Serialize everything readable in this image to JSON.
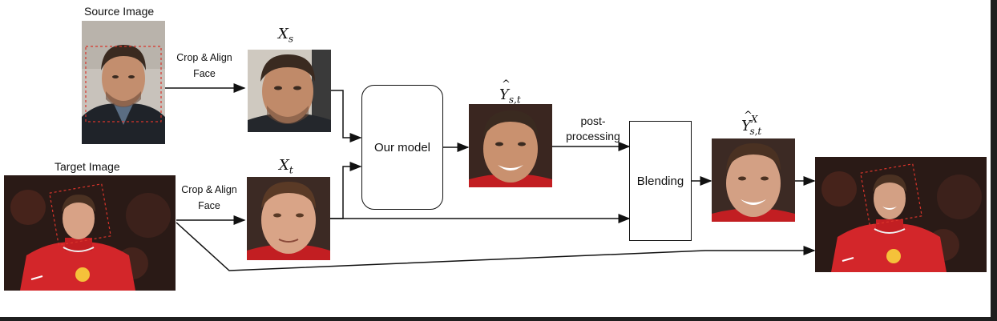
{
  "labels": {
    "source_image": "Source Image",
    "target_image": "Target Image",
    "crop_align_1": "Crop & Align",
    "crop_align_1b": "Face",
    "crop_align_2": "Crop & Align",
    "crop_align_2b": "Face",
    "post_processing_1": "post-",
    "post_processing_2": "processing"
  },
  "math": {
    "xs_base": "X",
    "xs_sub": "s",
    "xt_base": "X",
    "xt_sub": "t",
    "y_base": "Y",
    "y_sub": "s,t",
    "yx_base": "Y",
    "yx_sub": "s,t",
    "yx_sup": "X"
  },
  "blocks": {
    "model": "Our model",
    "blending": "Blending"
  },
  "colors": {
    "arrow": "#111111",
    "bbox_dash": "#d9342b",
    "jersey_red": "#d3262a"
  }
}
